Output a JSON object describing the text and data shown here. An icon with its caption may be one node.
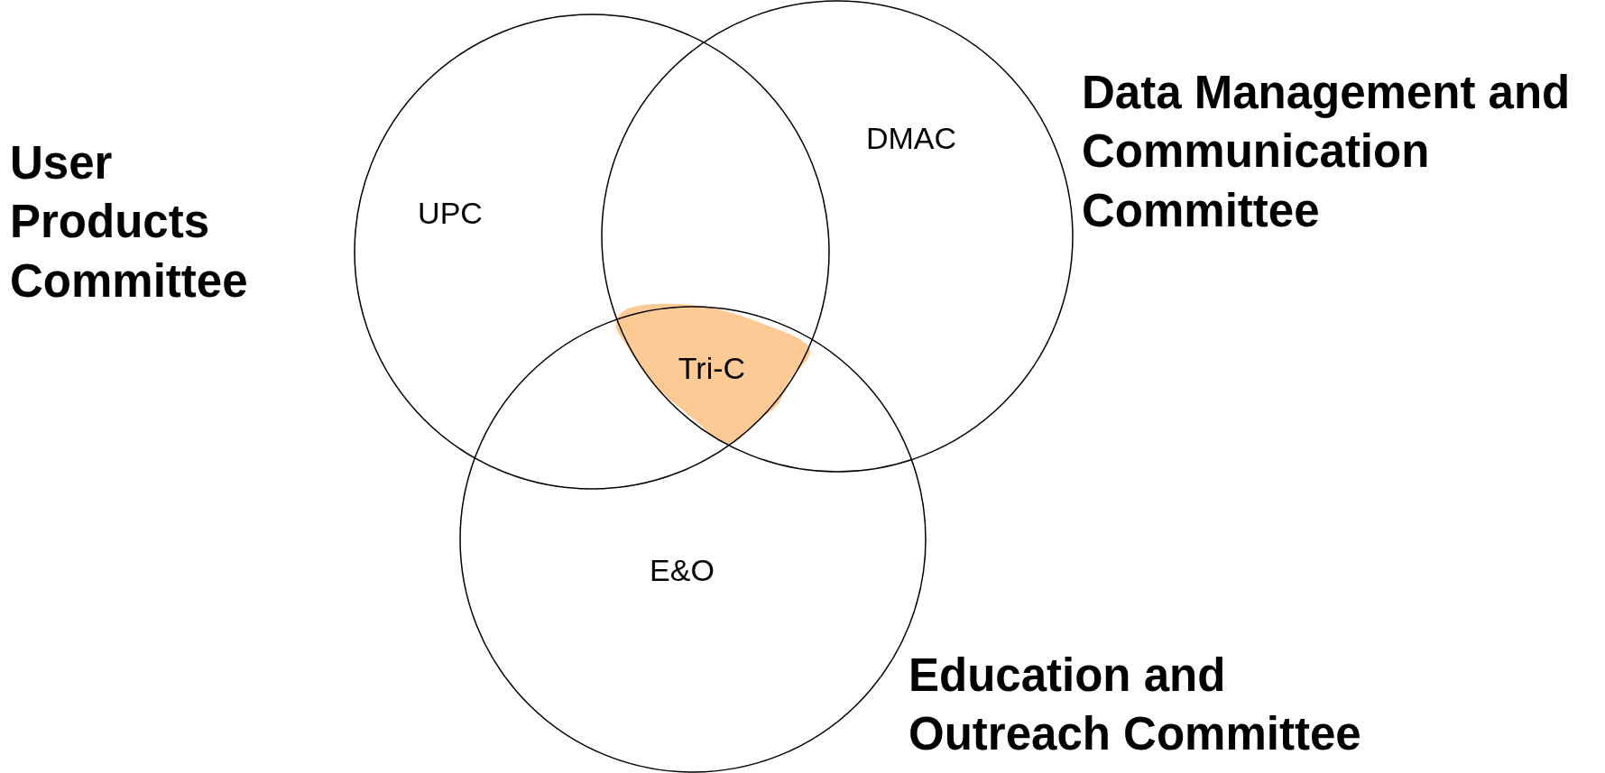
{
  "diagram": {
    "nodes": [
      {
        "text": [
          "User Products Committee",
          "UPC"
        ]
      },
      {
        "text": [
          "DMAC",
          "Data Management and Communication Committee"
        ]
      },
      {
        "text": [
          "E&O",
          "Education and Outreach Committee"
        ]
      },
      {
        "text": [
          "Tri-C"
        ]
      }
    ]
  }
}
